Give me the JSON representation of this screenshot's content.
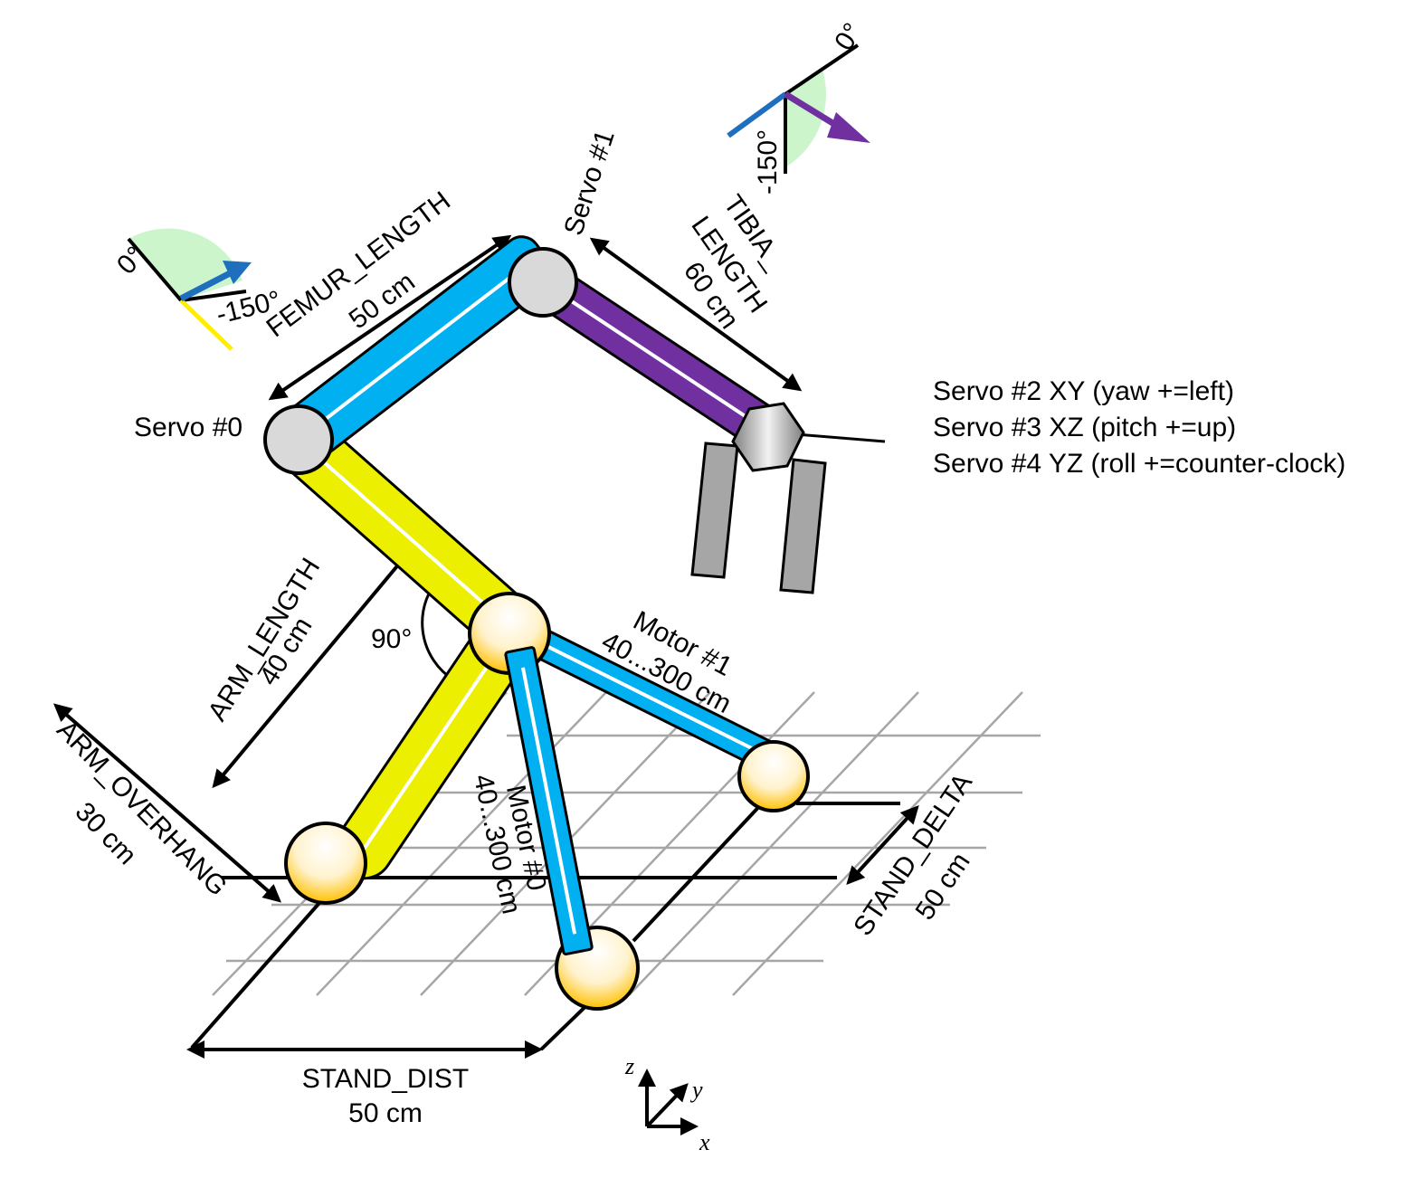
{
  "labels": {
    "servo0": "Servo #0",
    "servo1": "Servo #1",
    "femur_name": "FEMUR_LENGTH",
    "femur_value": "50 cm",
    "tibia_name_1": "TIBIA_",
    "tibia_name_2": "LENGTH",
    "tibia_value": "60 cm",
    "arm_name": "ARM_LENGTH",
    "arm_value": "40 cm",
    "overhang_name": "ARM_OVERHANG",
    "overhang_value": "30 cm",
    "stand_dist_name": "STAND_DIST",
    "stand_dist_value": "50 cm",
    "stand_delta_name": "STAND_DELTA",
    "stand_delta_value": "50 cm",
    "motor1_name": "Motor #1",
    "motor1_value": "40...300 cm",
    "motor0_name": "Motor #0",
    "motor0_value": "40...300 cm",
    "right_angle": "90°",
    "gauge0_zero": "0°",
    "gauge0_min": "-150°",
    "gauge1_zero": "0°",
    "gauge1_min": "-150°"
  },
  "servo_notes": [
    "Servo #2 XY (yaw +=left)",
    "Servo #3 XZ (pitch +=up)",
    "Servo #4 YZ (roll +=counter-clock)"
  ],
  "axes": {
    "x": "x",
    "y": "y",
    "z": "z"
  },
  "colors": {
    "femur": "#00b0f0",
    "motor": "#00b0f0",
    "arm": "#ecf000",
    "tibia": "#7030a0",
    "servo_joint": "#d9d9d9",
    "ground_joint": "#ffc000",
    "gauge_sector": "#ccf5cc",
    "gripper": "#a6a6a6",
    "grid": "#a6a6a6",
    "gauge0_arrow": "#1f6fbf",
    "gauge1_arrow": "#7030a0"
  }
}
